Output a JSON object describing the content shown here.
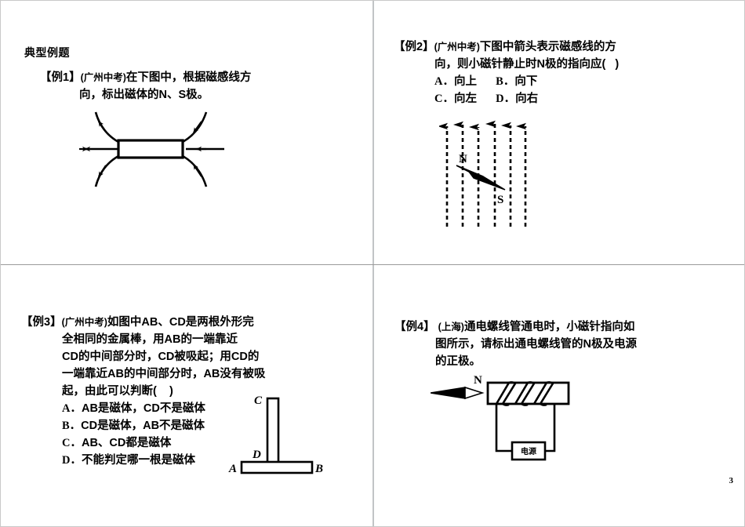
{
  "slide": {
    "section_title": "典型例题",
    "page_number": "3"
  },
  "examples": [
    {
      "tag": "【例1】",
      "source": "(广州中考)",
      "lines": [
        "在下图中，根据磁感线方",
        "向，标出磁体的N、S极。"
      ],
      "figure": {
        "name": "bar-magnet-field-lines",
        "caption": ""
      }
    },
    {
      "tag": "【例2】",
      "source": "(广州中考)",
      "lines": [
        "下图中箭头表示磁感线的方",
        "向，则小磁针静止时N极的指向应(   )"
      ],
      "options": [
        {
          "key": "A．",
          "text": "向上"
        },
        {
          "key": "B．",
          "text": "向下"
        },
        {
          "key": "C．",
          "text": "向左"
        },
        {
          "key": "D．",
          "text": "向右"
        }
      ],
      "figure": {
        "name": "upward-field-lines-with-compass",
        "north_label": "N",
        "south_label": "S",
        "field_line_count": 6
      }
    },
    {
      "tag": "【例3】",
      "source": "(广州中考)",
      "lines": [
        "如图中AB、CD是两根外形完",
        "全相同的金属棒，用AB的一端靠近",
        "CD的中间部分时，CD被吸起；用CD的",
        "一端靠近AB的中间部分时，AB没有被吸",
        "起，由此可以判断(    )"
      ],
      "options": [
        {
          "key": "A．",
          "text": "AB是磁体，CD不是磁体"
        },
        {
          "key": "B．",
          "text": "CD是磁体，AB不是磁体"
        },
        {
          "key": "C．",
          "text": "AB、CD都是磁体"
        },
        {
          "key": "D．",
          "text": "不能判定哪一根是磁体"
        }
      ],
      "figure": {
        "name": "t-shaped-metal-bars",
        "labels": {
          "a": "A",
          "b": "B",
          "c": "C",
          "d": "D"
        }
      }
    },
    {
      "tag": "【例4】",
      "source": "(上海)",
      "lines": [
        "通电螺线管通电时，小磁针指向如",
        "图所示，请标出通电螺线管的N极及电源",
        "的正极。"
      ],
      "figure": {
        "name": "solenoid-circuit",
        "compass_label": "N",
        "battery_label": "电源"
      }
    }
  ],
  "colors": {
    "ink": "#000000",
    "border": "#c9c9c9",
    "divider_vertical": "#c2c4c6",
    "divider_horizontal": "#9a9a9a",
    "background": "#ffffff"
  }
}
